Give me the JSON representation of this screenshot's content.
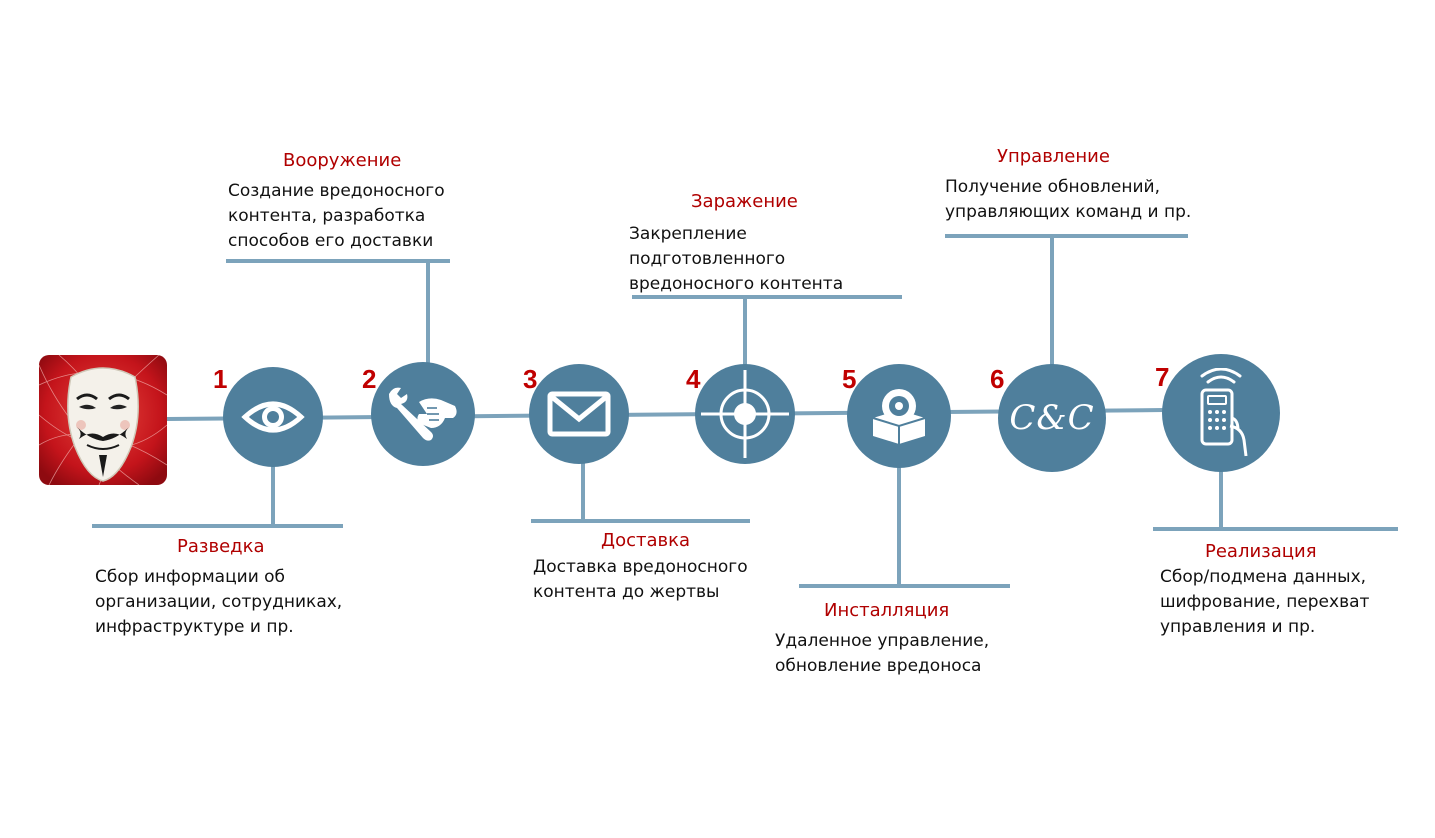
{
  "colors": {
    "node": "#4f7f9c",
    "line": "#7ca3bb",
    "title": "#b00000",
    "number": "#c00000"
  },
  "stages": [
    {
      "number": "1",
      "icon": "eye-icon",
      "title": "Разведка",
      "desc": [
        "Сбор информации об",
        "организации, сотрудниках,",
        "инфраструктуре и пр."
      ]
    },
    {
      "number": "2",
      "icon": "wrench-hand-icon",
      "title": "Вооружение",
      "desc": [
        "Создание вредоносного",
        "контента, разработка",
        "способов его доставки"
      ]
    },
    {
      "number": "3",
      "icon": "envelope-icon",
      "title": "Доставка",
      "desc": [
        "Доставка вредоносного",
        "контента до жертвы"
      ]
    },
    {
      "number": "4",
      "icon": "crosshair-icon",
      "title": "Заражение",
      "desc": [
        "Закрепление",
        "подготовленного",
        "вредоносного контента"
      ]
    },
    {
      "number": "5",
      "icon": "install-disc-icon",
      "title": "Инсталляция",
      "desc": [
        "Удаленное управление,",
        "обновление вредоноса"
      ]
    },
    {
      "number": "6",
      "icon": "cc-icon",
      "icon_text": "C&C",
      "title": "Управление",
      "desc": [
        "Получение обновлений,",
        "управляющих команд и пр."
      ]
    },
    {
      "number": "7",
      "icon": "remote-control-icon",
      "title": "Реализация",
      "desc": [
        "Сбор/подмена данных,",
        "шифрование, перехват",
        "управления и пр."
      ]
    }
  ],
  "attacker_icon": "guy-fawkes-mask-icon"
}
